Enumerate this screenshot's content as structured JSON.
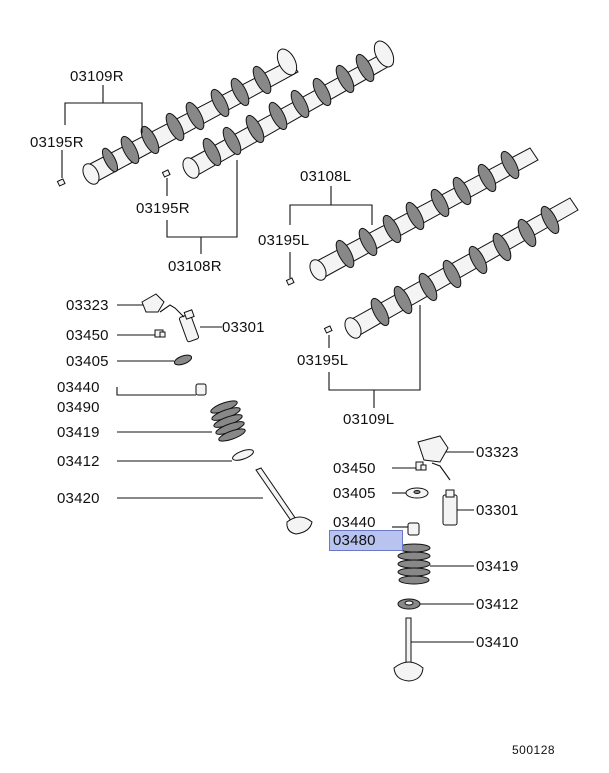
{
  "labels": {
    "cam_r_upper": "03109R",
    "pin_r_left": "03195R",
    "pin_r_mid": "03195R",
    "cam_r_lower": "03108R",
    "cam_l_upper": "03108L",
    "pin_l_upper": "03195L",
    "pin_l_lower": "03195L",
    "cam_l_lower": "03109L",
    "rocker_left": "03323",
    "adjuster_left": "03301",
    "nut_left": "03450",
    "retainer_left": "03405",
    "seal_left_a": "03440",
    "seal_left_b": "03490",
    "spring_left": "03419",
    "seat_left": "03412",
    "valve_left": "03420",
    "rocker_right": "03323",
    "nut_right": "03450",
    "retainer_right": "03405",
    "adjuster_right": "03301",
    "seal_right_a": "03440",
    "seal_right_b": "03480",
    "spring_right": "03419",
    "seat_right": "03412",
    "valve_right": "03410"
  },
  "figure_number": "500128",
  "colors": {
    "line": "#111111",
    "selected_highlight": "#b9c3f0",
    "part_fill": "#f4f4f4"
  }
}
